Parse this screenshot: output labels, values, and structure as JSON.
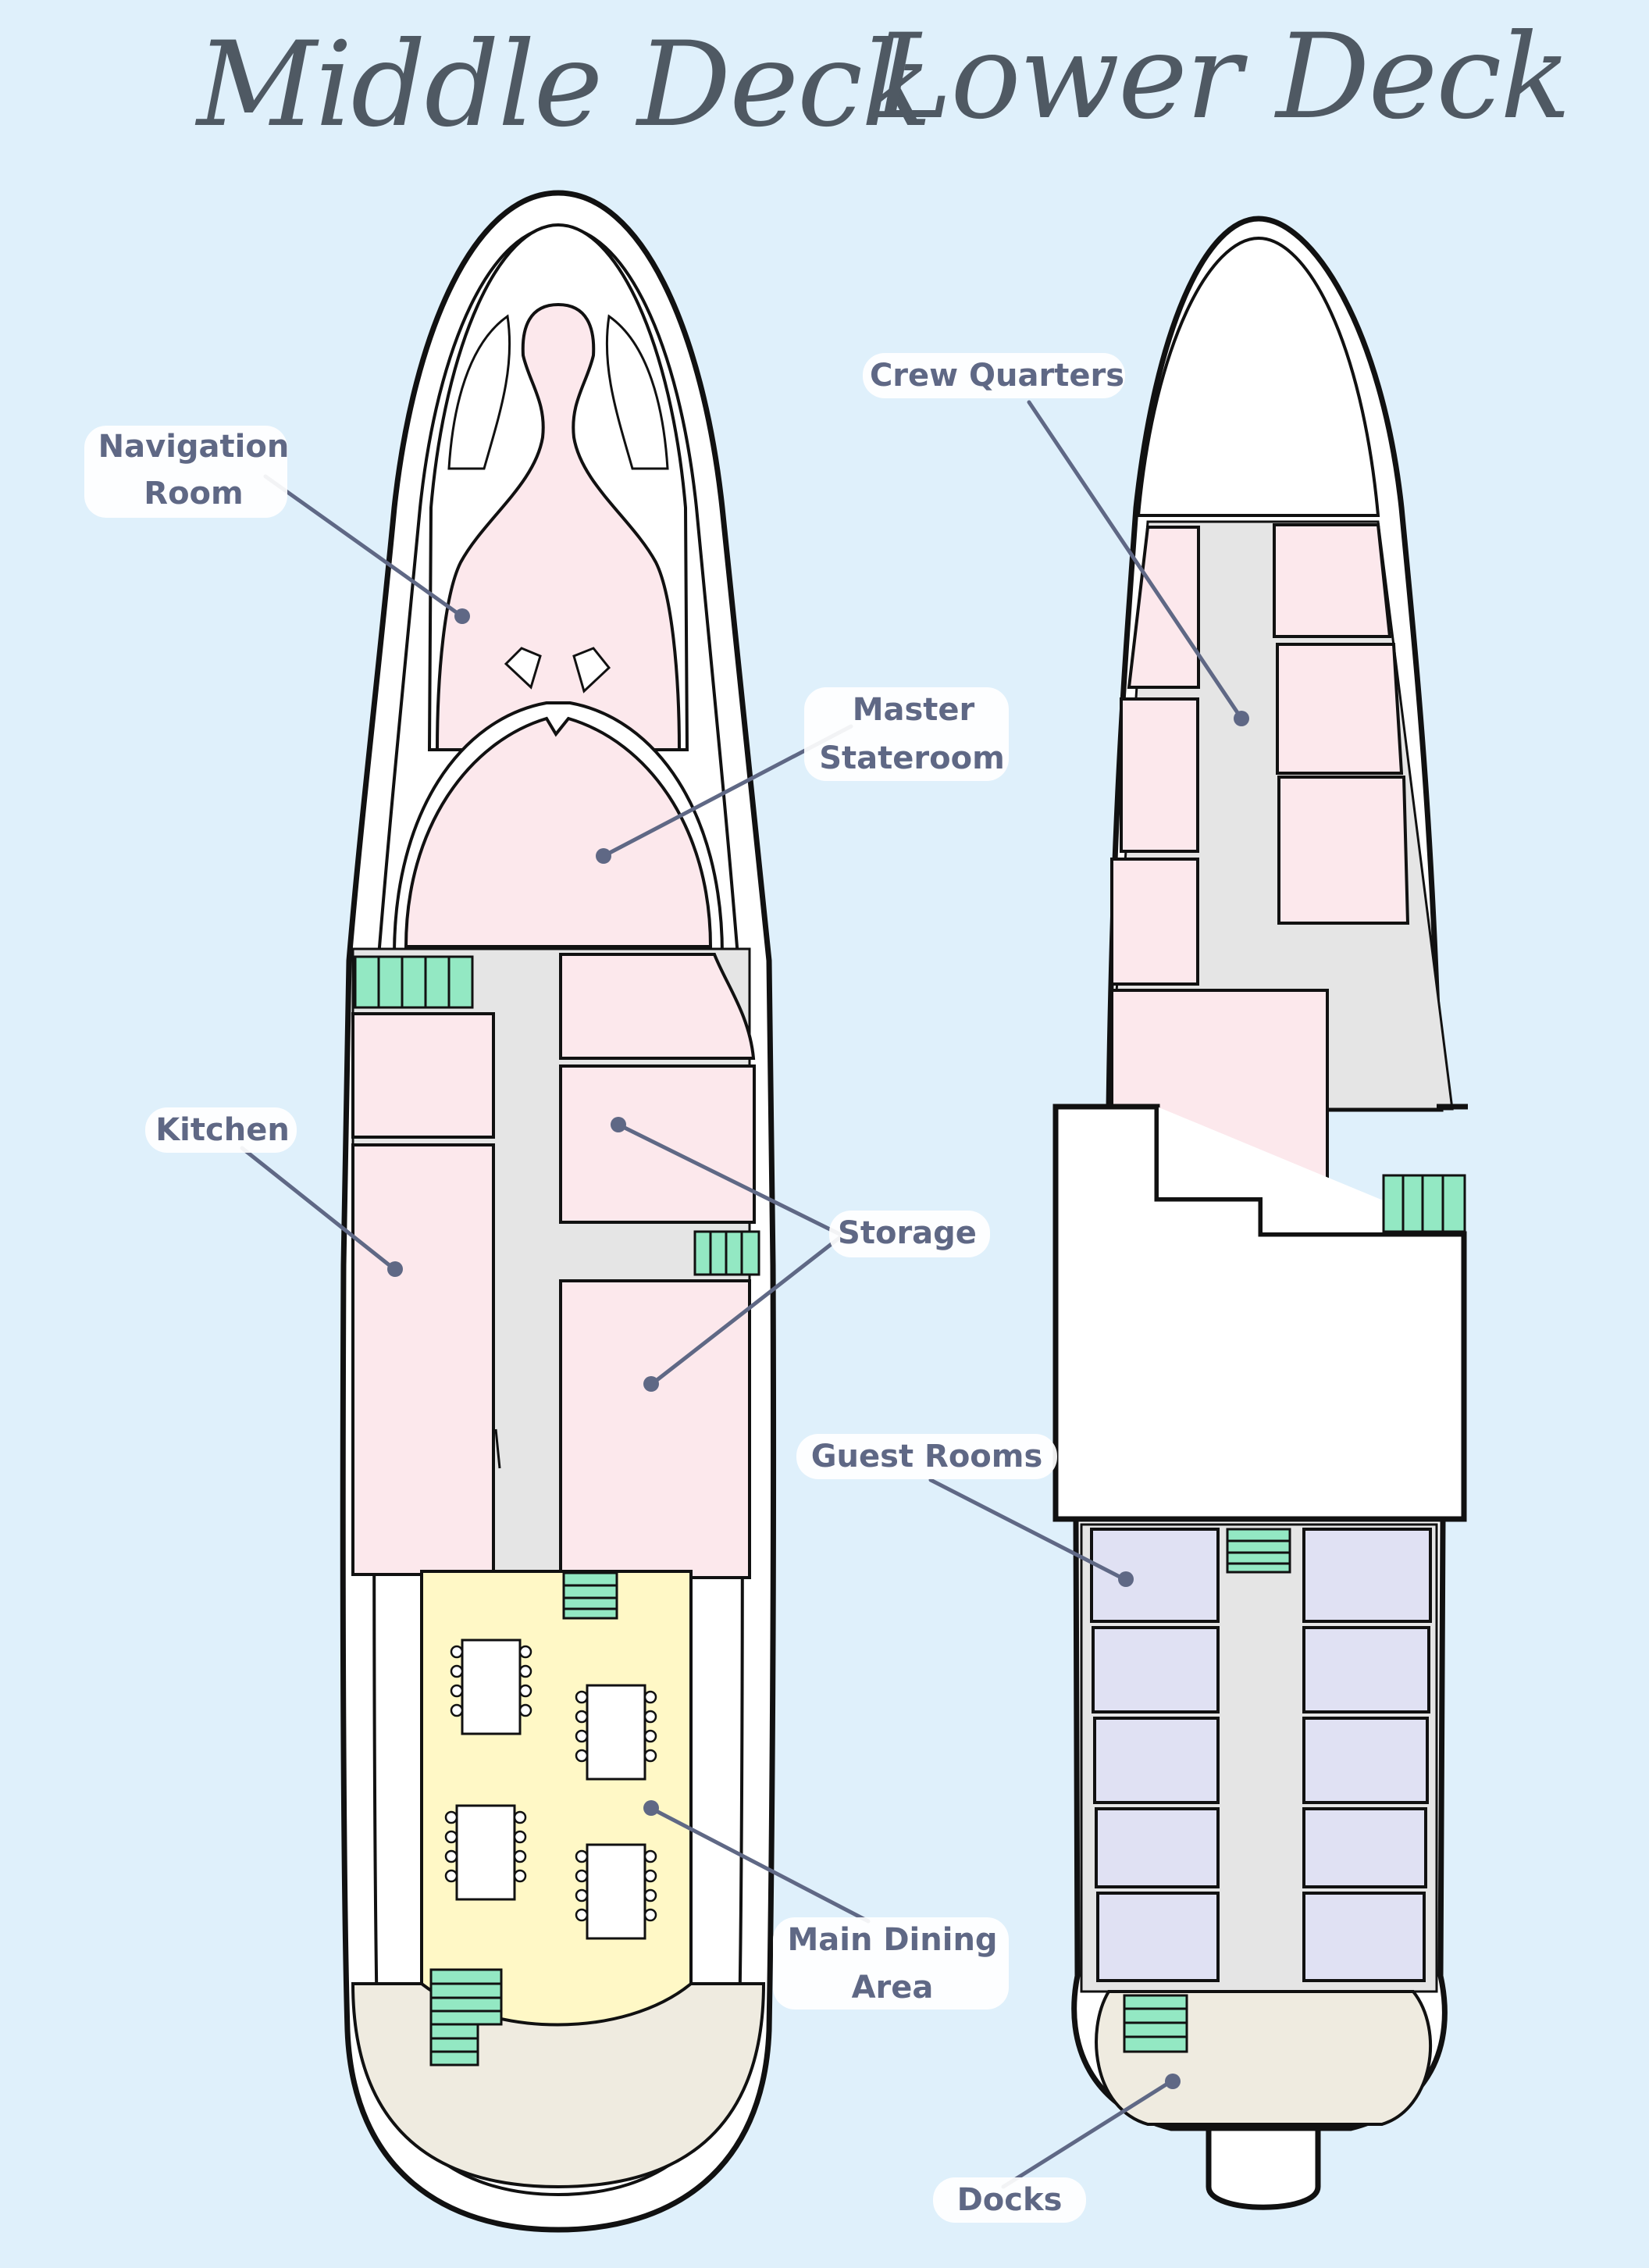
{
  "titles": {
    "middle_deck": "Middle Deck",
    "lower_deck": "Lower Deck"
  },
  "labels": {
    "navigation_room": [
      "Navigation",
      "Room"
    ],
    "master_stateroom": [
      "Master",
      "Stateroom"
    ],
    "kitchen": "Kitchen",
    "storage": "Storage",
    "main_dining_area": [
      "Main Dining",
      "Area"
    ],
    "crew_quarters": "Crew Quarters",
    "guest_rooms": "Guest Rooms",
    "docks": "Docks"
  },
  "colors": {
    "background": "#dff0fb",
    "private_rooms": "#fce8ec",
    "corridor": "#e5e5e5",
    "dining": "#fff8c6",
    "stern_deck": "#efebe0",
    "guest_rooms": "#e0e1f3",
    "stairs": "#93e8c3",
    "label_text": "#5f6885"
  }
}
